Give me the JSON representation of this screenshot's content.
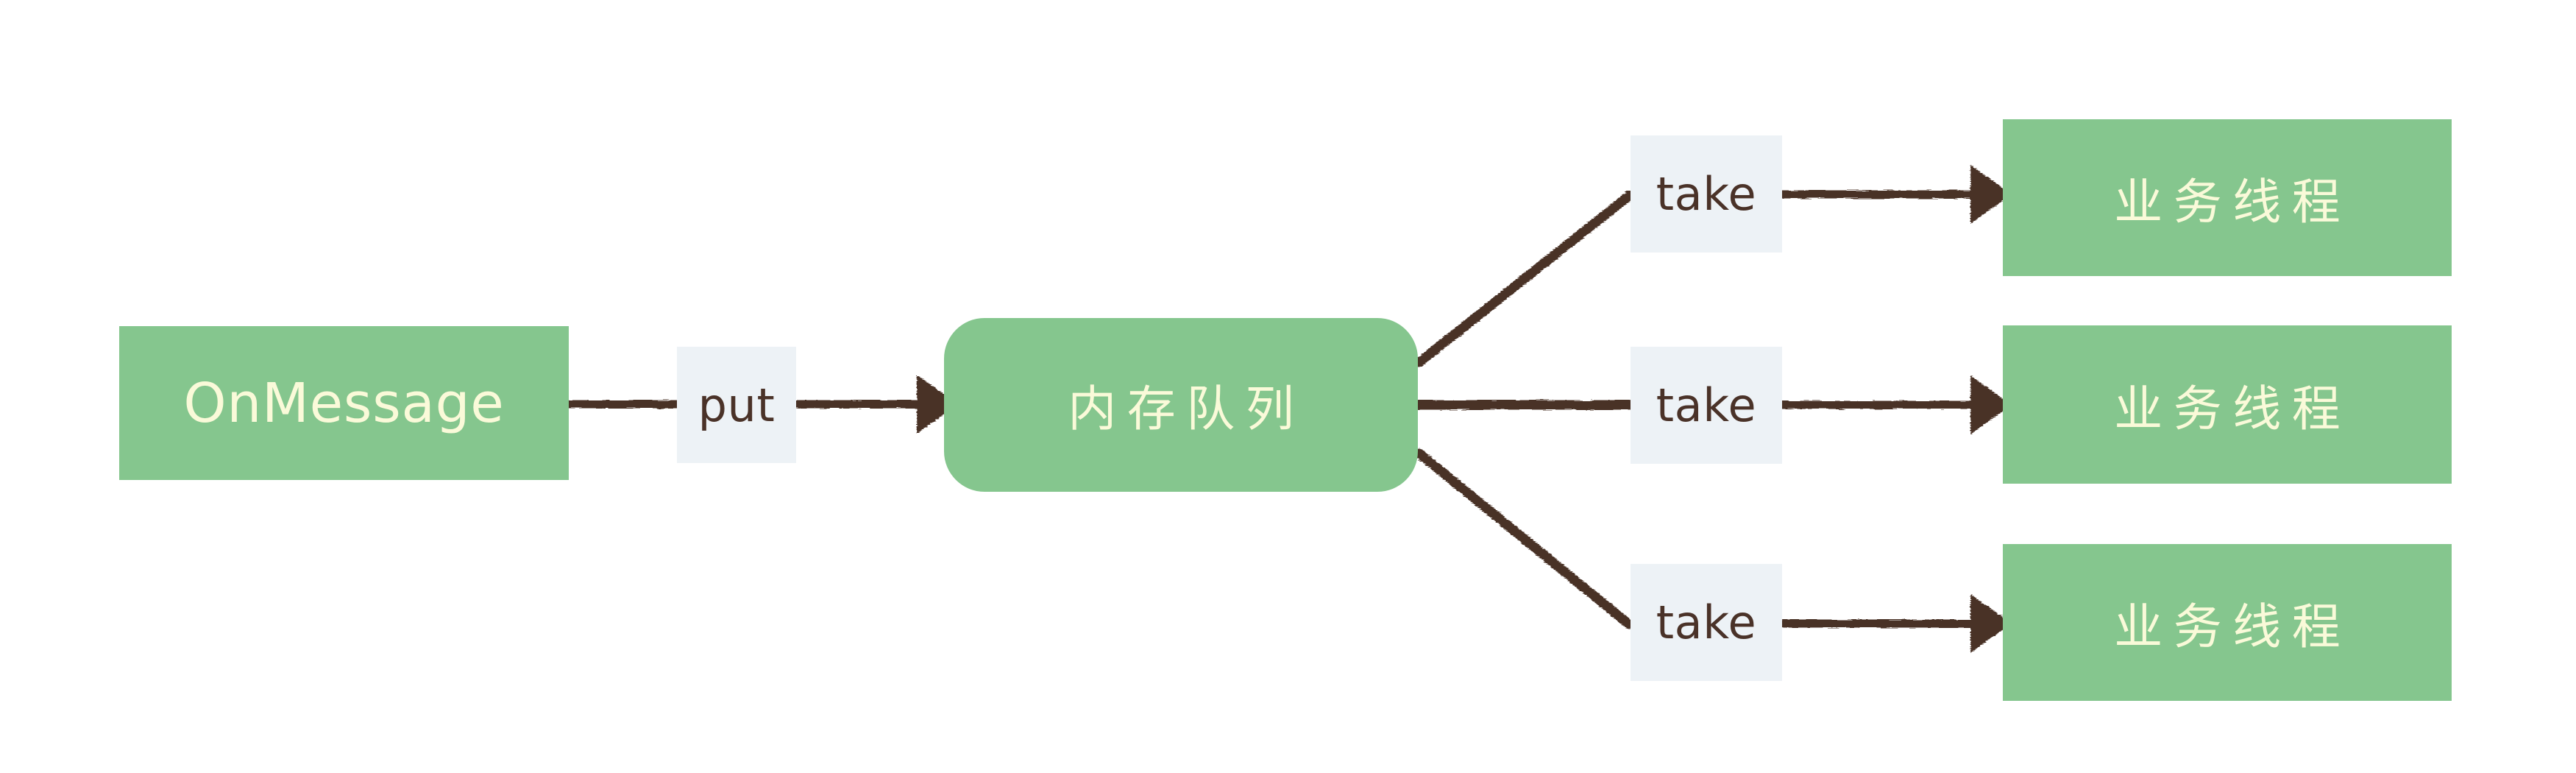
{
  "diagram": {
    "type": "flow-diagram",
    "title": "",
    "colors": {
      "node_fill": "#85c68e",
      "node_text": "#fafad9",
      "label_fill": "#edf2f6",
      "label_text": "#4a3228",
      "edge_stroke": "#4a3228",
      "background": "#ffffff"
    },
    "nodes": [
      {
        "id": "onmessage",
        "label": "OnMessage",
        "shape": "rectangle",
        "script": "latin"
      },
      {
        "id": "queue",
        "label": "内存队列",
        "shape": "rounded-rectangle",
        "script": "cjk"
      },
      {
        "id": "worker1",
        "label": "业务线程",
        "shape": "rectangle",
        "script": "cjk"
      },
      {
        "id": "worker2",
        "label": "业务线程",
        "shape": "rectangle",
        "script": "cjk"
      },
      {
        "id": "worker3",
        "label": "业务线程",
        "shape": "rectangle",
        "script": "cjk"
      }
    ],
    "edges": [
      {
        "id": "e-put",
        "from": "onmessage",
        "to": "queue",
        "label": "put"
      },
      {
        "id": "e-take1",
        "from": "queue",
        "to": "worker1",
        "label": "take"
      },
      {
        "id": "e-take2",
        "from": "queue",
        "to": "worker2",
        "label": "take"
      },
      {
        "id": "e-take3",
        "from": "queue",
        "to": "worker3",
        "label": "take"
      }
    ]
  }
}
